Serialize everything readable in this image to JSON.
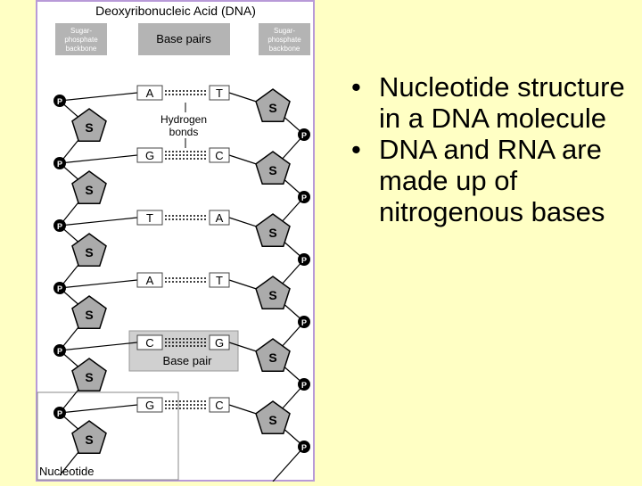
{
  "slide": {
    "bullets": [
      "Nucleotide structure in a DNA molecule",
      "DNA and RNA are made up of nitrogenous bases"
    ]
  },
  "diagram": {
    "title": "Deoxyribonucleic Acid (DNA)",
    "header": {
      "left": [
        "Sugar-",
        "phosphate",
        "backbone"
      ],
      "center": "Base pairs",
      "right": [
        "Sugar-",
        "phosphate",
        "backbone"
      ]
    },
    "phosphate_label": "P",
    "sugar_label": "S",
    "pairs": [
      {
        "left": "A",
        "right": "T"
      },
      {
        "left": "G",
        "right": "C"
      },
      {
        "left": "T",
        "right": "A"
      },
      {
        "left": "A",
        "right": "T"
      },
      {
        "left": "C",
        "right": "G"
      },
      {
        "left": "G",
        "right": "C"
      }
    ],
    "hydrogen_bonds_label": [
      "Hydrogen",
      "bonds"
    ],
    "base_pair_label": "Base pair",
    "nucleotide_label": "Nucleotide",
    "colors": {
      "frame": "#b89ad8",
      "header_box": "#b4b4b4",
      "diagram_bg": "#ffffff",
      "sugar_fill": "#ababab",
      "phosphate_fill": "#000000",
      "base_pair_highlight": "#d0d0d0"
    }
  }
}
